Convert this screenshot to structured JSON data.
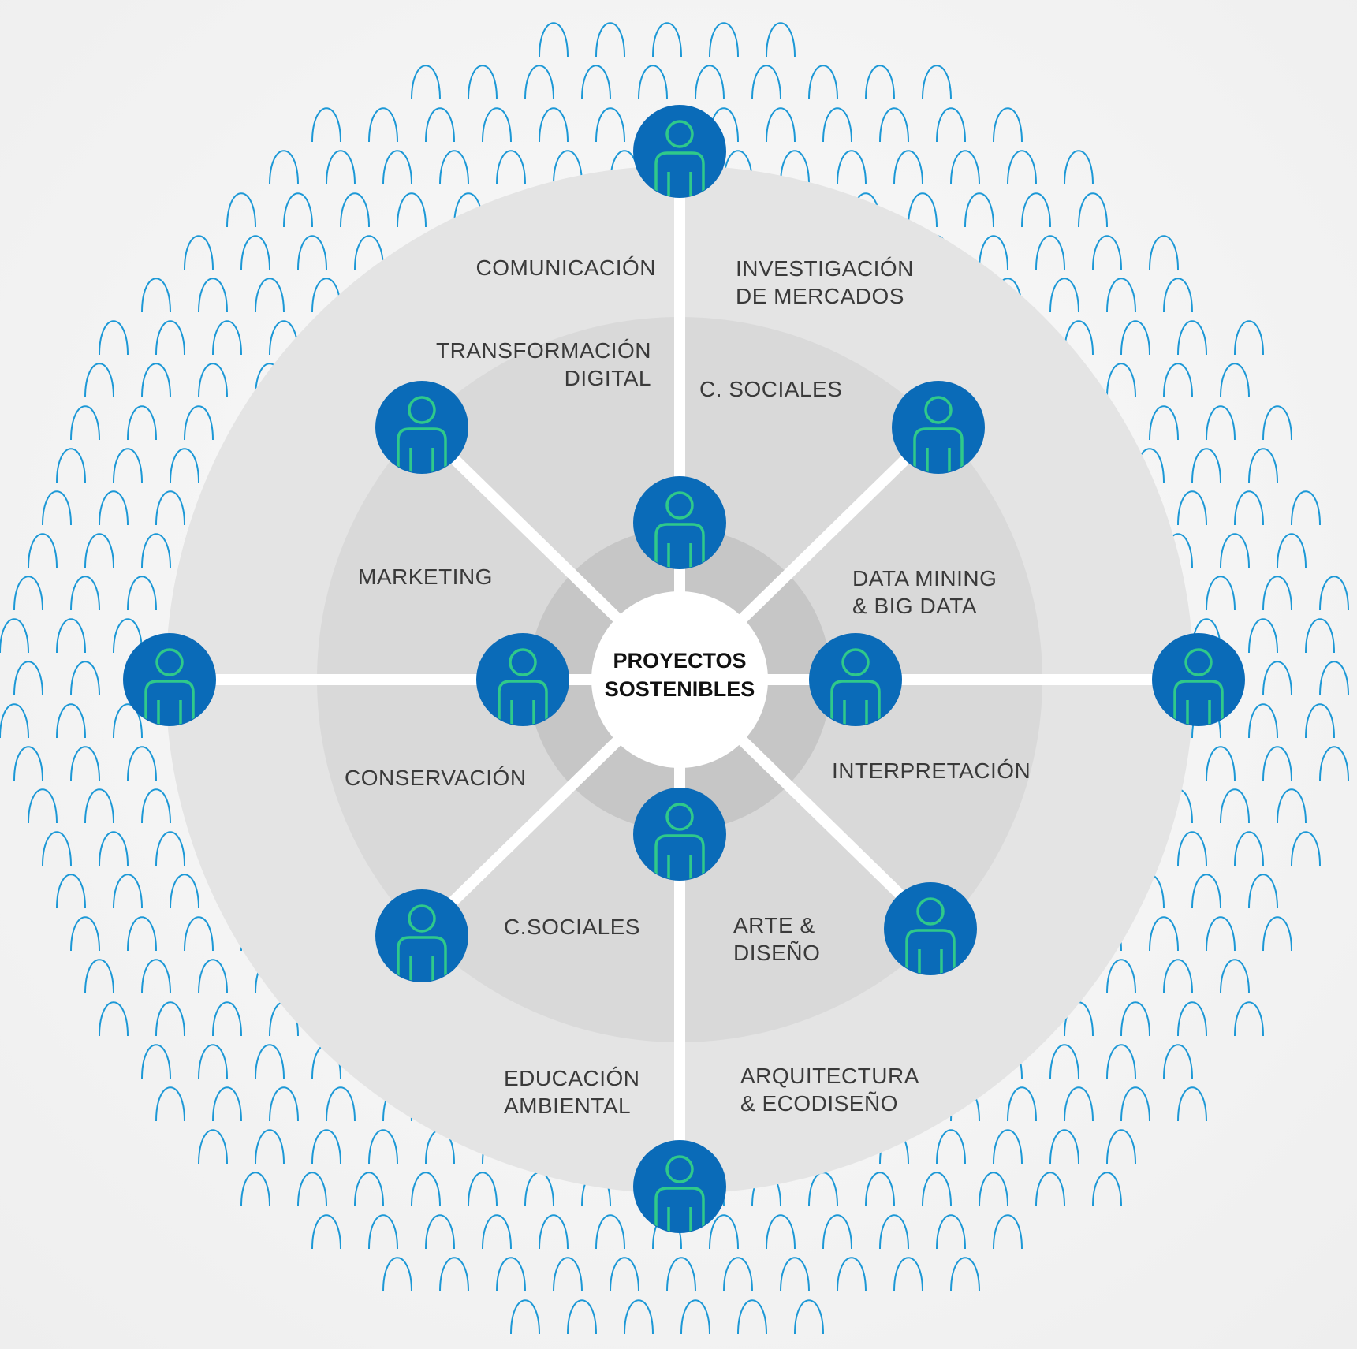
{
  "center": {
    "line1": "PROYECTOS",
    "line2": "SOSTENIBLES"
  },
  "labels": {
    "comunicacion": "COMUNICACIÓN",
    "investigacion_1": "INVESTIGACIÓN",
    "investigacion_2": "DE MERCADOS",
    "transformacion_1": "TRANSFORMACIÓN",
    "transformacion_2": "DIGITAL",
    "csociales_top": "C. SOCIALES",
    "marketing": "MARKETING",
    "datamining_1": "DATA MINING",
    "datamining_2": "& BIG DATA",
    "conservacion": "CONSERVACIÓN",
    "interpretacion": "INTERPRETACIÓN",
    "csociales_bottom": "C.SOCIALES",
    "arte_1": "ARTE &",
    "arte_2": "DISEÑO",
    "educacion_1": "EDUCACIÓN",
    "educacion_2": "AMBIENTAL",
    "arquitectura_1": "ARQUITECTURA",
    "arquitectura_2": "& ECODISEÑO"
  },
  "colors": {
    "node_fill": "#0a6bb8",
    "person_stroke": "#2fc98a",
    "pattern_stroke": "#1c98d6",
    "ring_outer": "#e3e3e3",
    "ring_middle": "#d6d6d6",
    "ring_inner": "#c4c4c4",
    "spoke": "#ffffff"
  },
  "nodes": [
    {
      "name": "node-top-outer",
      "icon": "person-icon"
    },
    {
      "name": "node-upper-left",
      "icon": "person-icon"
    },
    {
      "name": "node-upper-right",
      "icon": "person-icon"
    },
    {
      "name": "node-top-inner",
      "icon": "person-icon"
    },
    {
      "name": "node-left-outer",
      "icon": "person-icon"
    },
    {
      "name": "node-left-inner",
      "icon": "person-icon"
    },
    {
      "name": "node-right-inner",
      "icon": "person-icon"
    },
    {
      "name": "node-right-outer",
      "icon": "person-icon"
    },
    {
      "name": "node-bottom-inner",
      "icon": "person-icon"
    },
    {
      "name": "node-lower-left",
      "icon": "person-icon"
    },
    {
      "name": "node-lower-right",
      "icon": "person-icon"
    },
    {
      "name": "node-bottom-outer",
      "icon": "person-icon"
    }
  ]
}
